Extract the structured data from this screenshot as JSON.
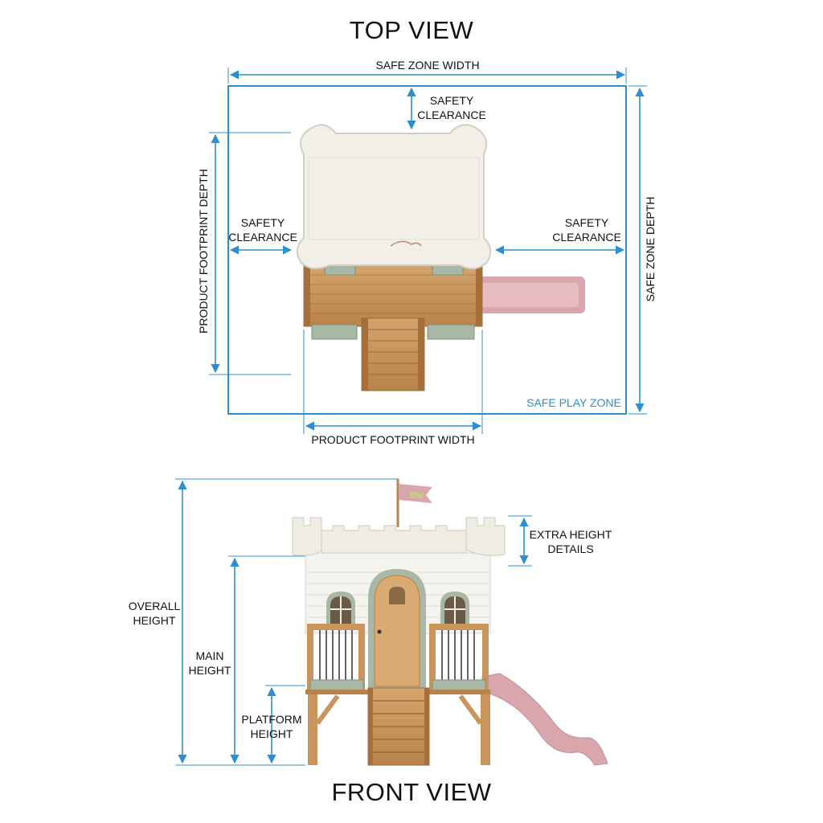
{
  "top_view": {
    "title": "TOP VIEW",
    "labels": {
      "safe_zone_width": "SAFE ZONE WIDTH",
      "safety_clearance_top_1": "SAFETY",
      "safety_clearance_top_2": "CLEARANCE",
      "safety_clearance_left_1": "SAFETY",
      "safety_clearance_left_2": "CLEARANCE",
      "safety_clearance_right_1": "SAFETY",
      "safety_clearance_right_2": "CLEARANCE",
      "product_footprint_depth": "PRODUCT FOOTPRINT DEPTH",
      "safe_zone_depth": "SAFE ZONE DEPTH",
      "safe_play_zone": "SAFE PLAY ZONE",
      "product_footprint_width": "PRODUCT FOOTPRINT WIDTH"
    }
  },
  "front_view": {
    "title": "FRONT VIEW",
    "labels": {
      "extra_height_1": "EXTRA HEIGHT",
      "extra_height_2": "DETAILS",
      "overall_height_1": "OVERALL",
      "overall_height_2": "HEIGHT",
      "main_height_1": "MAIN",
      "main_height_2": "HEIGHT",
      "platform_height_1": "PLATFORM",
      "platform_height_2": "HEIGHT"
    }
  },
  "colors": {
    "dimension_blue": "#2b8fd0",
    "castle_white": "#f1efe7",
    "wood": "#c8955c",
    "slide_pink": "#d9a6ad",
    "trim_sage": "#a9b8a6"
  }
}
